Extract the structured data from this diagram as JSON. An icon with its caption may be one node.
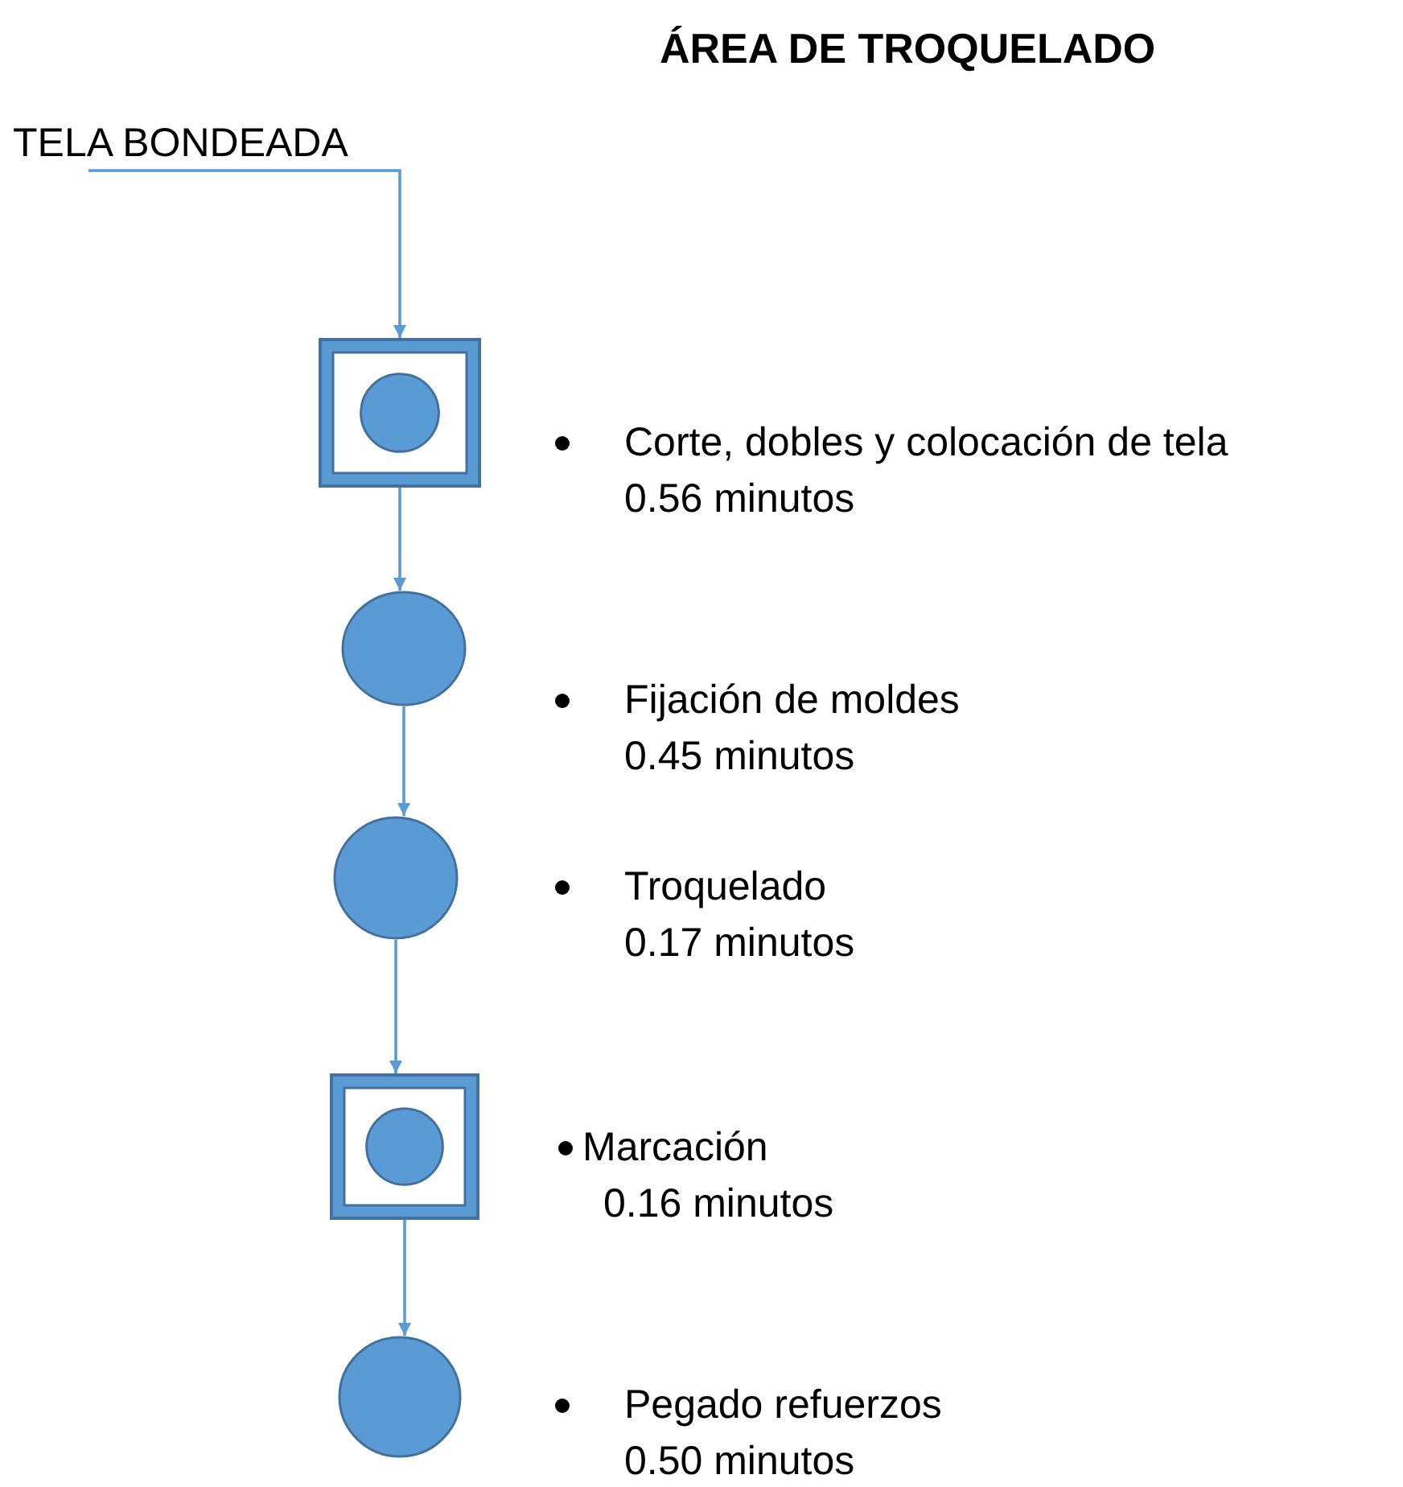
{
  "diagram": {
    "title": "ÁREA DE TROQUELADO",
    "nodes": [
      {
        "text": [
          "TELA BONDEADA"
        ]
      },
      {
        "text": [],
        "shape": "box",
        "beside": [
          "Corte, dobles y colocación de tela",
          "0.56 minutos"
        ]
      },
      {
        "text": [],
        "shape": "circle",
        "beside": [
          "Fijación de moldes",
          "0.45 minutos"
        ]
      },
      {
        "text": [],
        "shape": "circle",
        "beside": [
          "Troquelado",
          "0.17 minutos"
        ]
      },
      {
        "text": [],
        "shape": "box",
        "beside": [
          "Marcación",
          "0.16 minutos"
        ]
      },
      {
        "text": [],
        "shape": "circle",
        "beside": [
          "Pegado refuerzos",
          "0.50 minutos"
        ]
      }
    ],
    "edges": [
      {
        "from": 0,
        "to": 1,
        "arrow": "to"
      },
      {
        "from": 1,
        "to": 2,
        "arrow": "to"
      },
      {
        "from": 2,
        "to": 3,
        "arrow": "to"
      },
      {
        "from": 3,
        "to": 4,
        "arrow": "to"
      },
      {
        "from": 4,
        "to": 5,
        "arrow": "to"
      }
    ]
  }
}
